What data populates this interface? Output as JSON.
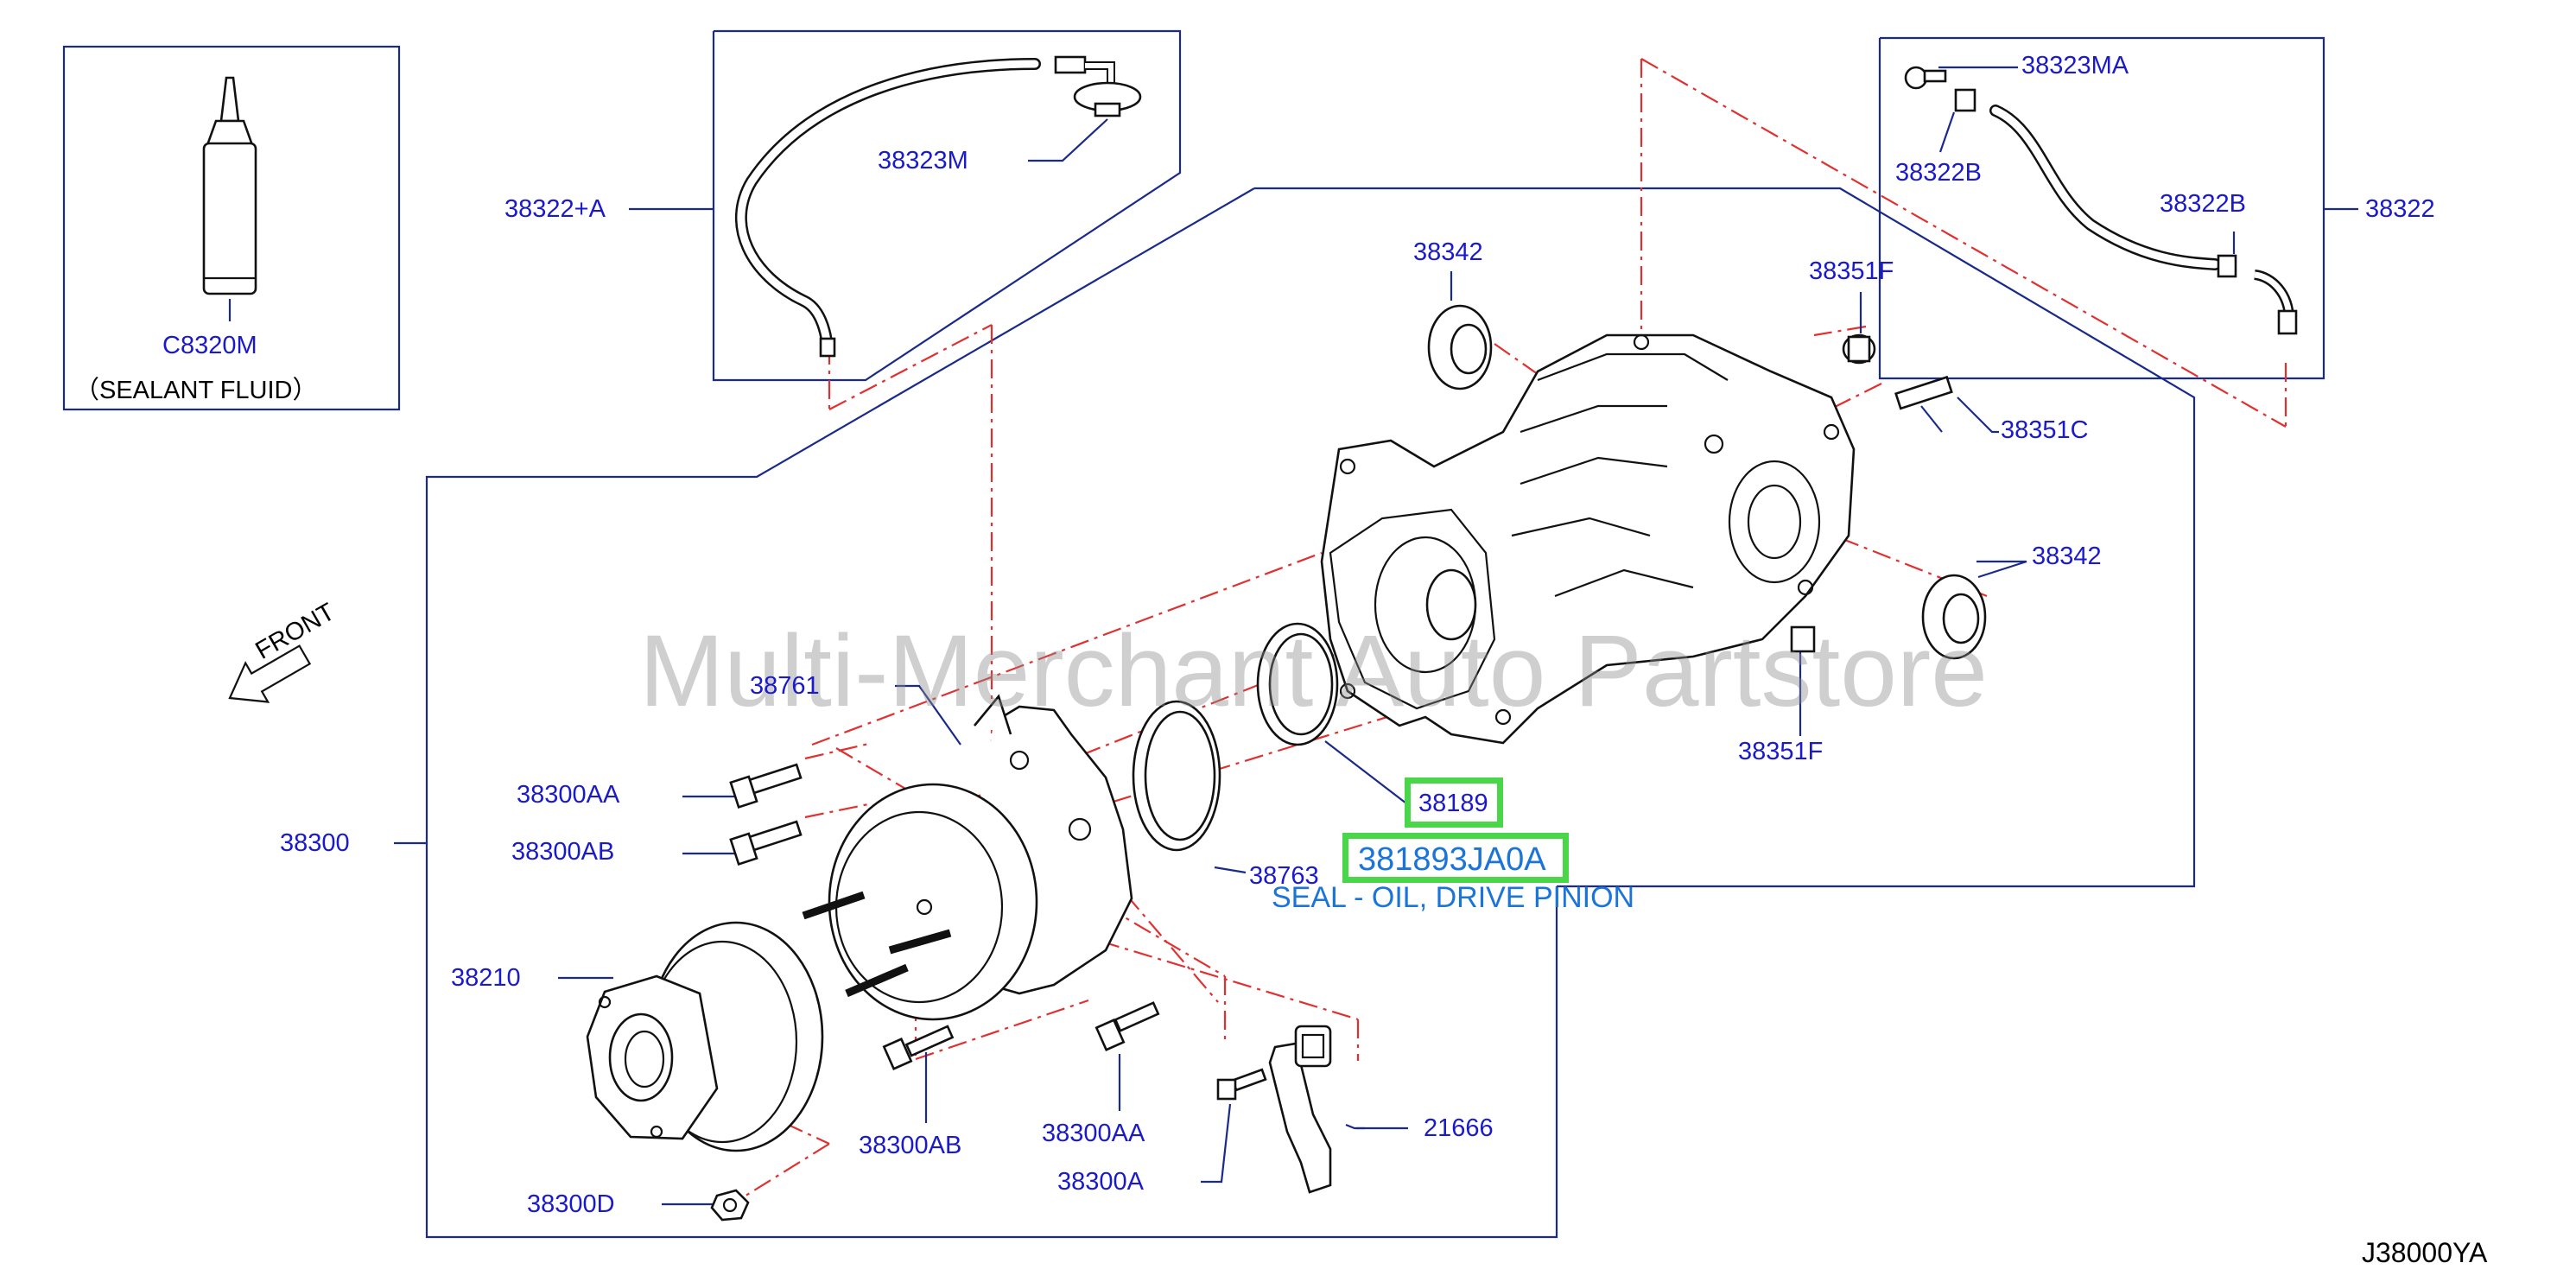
{
  "diagram_code": "J38000YA",
  "watermark": "Multi-Merchant Auto Partstore",
  "front_label": "FRONT",
  "sealant": {
    "part": "C8320M",
    "description": "（SEALANT   FLUID）"
  },
  "highlight": {
    "part": "38189",
    "number": "381893JA0A",
    "description": "SEAL - OIL, DRIVE PINION"
  },
  "labels": {
    "p38322A": "38322+A",
    "p38323M": "38323M",
    "p38323MA": "38323MA",
    "p38322B_top": "38322B",
    "p38322B_right": "38322B",
    "p38322": "38322",
    "p38342_top": "38342",
    "p38351F_top": "38351F",
    "p38351C": "38351C",
    "p38342_right": "38342",
    "p38351F_bottom": "38351F",
    "p38761": "38761",
    "p38300AA_top": "38300AA",
    "p38300AB_top": "38300AB",
    "p38300": "38300",
    "p38763": "38763",
    "p38210": "38210",
    "p38300AB_bottom": "38300AB",
    "p38300AA_bottom": "38300AA",
    "p21666": "21666",
    "p38300A": "38300A",
    "p38300D": "38300D"
  }
}
